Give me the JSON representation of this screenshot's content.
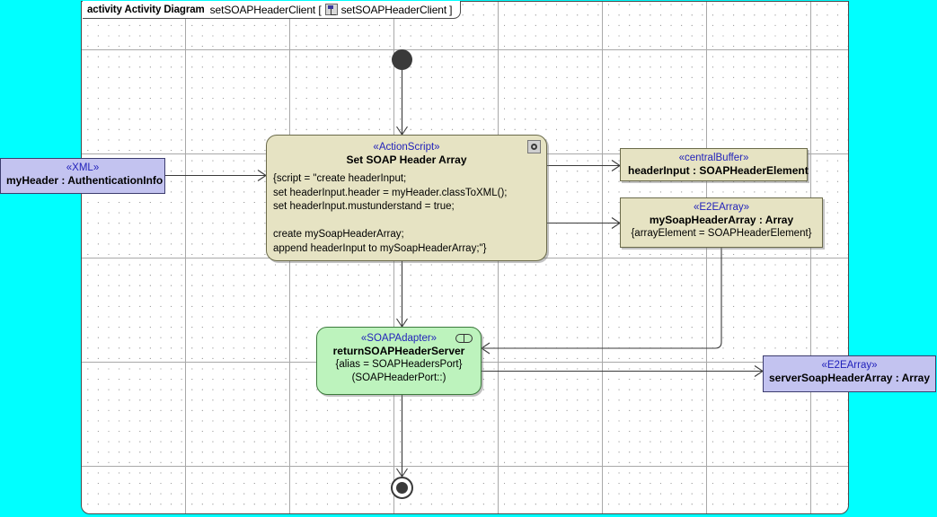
{
  "frame": {
    "keyword": "activity Activity Diagram",
    "name": "setSOAPHeaderClient [",
    "icon": "activity-diagram-icon",
    "qualified_name": "setSOAPHeaderClient",
    "bracket_close": "]"
  },
  "canvas": {
    "background": "#ffffff",
    "outside_background": "#00ffff",
    "grid": "dotted"
  },
  "nodes": {
    "start": {
      "name": "initial-node"
    },
    "end": {
      "name": "activity-final-node"
    },
    "xml_object": {
      "stereotype": "«XML»",
      "title": "myHeader : AuthenticationInfo",
      "color": "#c3c3f0"
    },
    "action": {
      "stereotype": "«ActionScript»",
      "title": "Set SOAP Header Array",
      "icon": "script-icon",
      "color": "#e6e3c3",
      "script_lines": [
        "{script = \"create headerInput;",
        "set headerInput.header = myHeader.classToXML();",
        "set headerInput.mustunderstand = true;",
        "",
        "create mySoapHeaderArray;",
        "append headerInput to mySoapHeaderArray;\"}"
      ]
    },
    "central_buffer": {
      "stereotype": "«centralBuffer»",
      "title": "headerInput : SOAPHeaderElement",
      "color": "#e6e3c3"
    },
    "array_buffer": {
      "stereotype": "«E2EArray»",
      "title": "mySoapHeaderArray : Array",
      "property": "{arrayElement = SOAPHeaderElement}",
      "color": "#e6e3c3"
    },
    "soap_adapter": {
      "stereotype": "«SOAPAdapter»",
      "title": "returnSOAPHeaderServer",
      "icon": "port-icon",
      "property1": "{alias = SOAPHeadersPort}",
      "property2": "(SOAPHeaderPort::)",
      "color": "#bdf3bd"
    },
    "server_array": {
      "stereotype": "«E2EArray»",
      "title": "serverSoapHeaderArray : Array",
      "color": "#c3c3f0"
    }
  },
  "edges": [
    {
      "name": "edge-start-to-action",
      "from": "start",
      "to": "action"
    },
    {
      "name": "edge-xml-to-action",
      "from": "xml_object",
      "to": "action"
    },
    {
      "name": "edge-action-to-buffer",
      "from": "action",
      "to": "central_buffer"
    },
    {
      "name": "edge-action-to-array",
      "from": "action",
      "to": "array_buffer"
    },
    {
      "name": "edge-action-to-soap",
      "from": "action",
      "to": "soap_adapter"
    },
    {
      "name": "edge-array-to-soap",
      "from": "array_buffer",
      "to": "soap_adapter"
    },
    {
      "name": "edge-soap-to-server",
      "from": "soap_adapter",
      "to": "server_array"
    },
    {
      "name": "edge-soap-to-end",
      "from": "soap_adapter",
      "to": "end"
    }
  ]
}
